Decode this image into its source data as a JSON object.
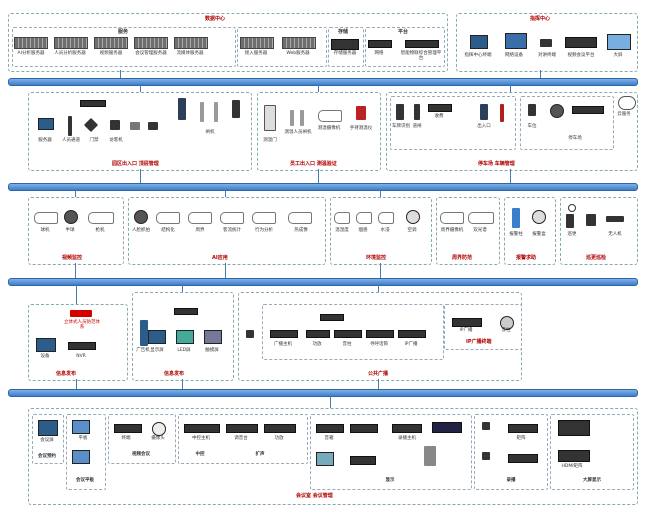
{
  "top": {
    "data_center_title": "数据中心",
    "command_center_title": "指挥中心",
    "groups": {
      "servers_title": "服务",
      "storage_title": "存储",
      "network_title": "网络",
      "platform_title": "平台"
    },
    "servers": [
      "AI分析服务器",
      "人员分析服务器",
      "视频服务器",
      "会议管理服务器",
      "流媒体服务器"
    ],
    "servers2": [
      "接入服务器",
      "Web服务器"
    ],
    "storage": "存储服务器",
    "network": "网络",
    "platform": "智能物联综合管理平台",
    "command": [
      "指挥中心终端",
      "网络设备",
      "对讲终端",
      "视频会议平台",
      "大屏"
    ]
  },
  "tier1": {
    "entrance_title": "园区出入口 顶层管理",
    "staff_title": "员工出入口 测温验证",
    "parking_title": "停车场 车辆管理",
    "entrance_items": [
      "服务器",
      "人员通道",
      "门禁",
      "访客机",
      "闸机"
    ],
    "staff_items": [
      "测温门",
      "测温人员闸机",
      "测温摄像机",
      "手持测温仪"
    ],
    "parking_items": [
      "车牌识别",
      "道闸",
      "收费",
      "出入口",
      "车位",
      "停车场",
      "云服务"
    ]
  },
  "tier2": {
    "video_title": "视频监控",
    "ai_title": "AI应用",
    "env_title": "环境监控",
    "perimeter_title": "周界防范",
    "alarm_title": "报警求助",
    "patrol_title": "巡更巡检",
    "video_items": [
      "球机",
      "半球",
      "枪机"
    ],
    "ai_items": [
      "人脸抓拍",
      "结构化",
      "周界",
      "客流统计",
      "行为分析",
      "热成像"
    ],
    "env_items": [
      "温湿度",
      "烟感",
      "水浸",
      "空调"
    ],
    "perimeter_items": [
      "周界摄像机",
      "双光谱"
    ],
    "alarm_items": [
      "报警柱",
      "报警盒"
    ],
    "patrol_items": [
      "巡更",
      "无人机"
    ]
  },
  "tier3": {
    "inter_title": "信息发布",
    "release_title": "信息发布",
    "broadcast_title": "公共广播",
    "ip_title": "IP广播终端",
    "inter_items": [
      "设备",
      "NVR"
    ],
    "release_items": [
      "广告机",
      "显示屏",
      "LED屏",
      "触摸屏"
    ],
    "broadcast_items": [
      "广播主机",
      "功放",
      "音柱",
      "寻呼话筒",
      "IP广播"
    ],
    "ip_items": [
      "IP广播",
      "音柱"
    ],
    "hint": "立体式人员防范体系"
  },
  "tier4": {
    "meeting_title": "会议室 会议管理",
    "groups": [
      "会议预约",
      "会议平板",
      "视频会议",
      "中控",
      "扩声",
      "显示",
      "录播",
      "大屏显示"
    ],
    "items": [
      "会议屏",
      "平板",
      "终端",
      "摄像头",
      "中控主机",
      "调音台",
      "功放",
      "音箱",
      "录播主机",
      "矩阵",
      "HDMI矩阵"
    ]
  }
}
